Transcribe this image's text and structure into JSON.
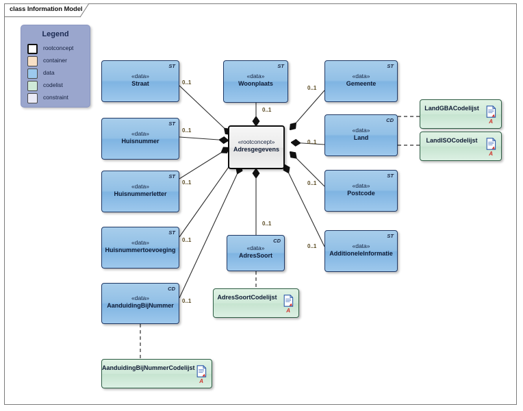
{
  "frame": {
    "title": "class Information Model"
  },
  "legend": {
    "title": "Legend",
    "items": [
      {
        "label": "rootconcept",
        "color": "#ffffff",
        "style": "thick"
      },
      {
        "label": "container",
        "color": "#f8e0c6",
        "style": "thin"
      },
      {
        "label": "data",
        "color": "#9cc9ee",
        "style": "thin"
      },
      {
        "label": "codelist",
        "color": "#cfe9d8",
        "style": "thin"
      },
      {
        "label": "constraint",
        "color": "#eaeaf6",
        "style": "thin"
      }
    ]
  },
  "colors": {
    "data_fill": "#92c0e6",
    "data_border": "#1f3864",
    "codelist_fill": "#cfe9d8",
    "codelist_border": "#2d5c43",
    "root_fill": "#ebebeb",
    "root_border": "#0d0d0d",
    "legend_fill": "#9aa6cd",
    "multiplicity_text": "#5a4a22",
    "codelist_marker": "#d1322a"
  },
  "root": {
    "stereotype": "«rootconcept»",
    "name": "Adresgegevens"
  },
  "classes": [
    {
      "id": "straat",
      "stereotype": "«data»",
      "name": "Straat",
      "tag": "ST",
      "multiplicity": "0..1"
    },
    {
      "id": "huisnummer",
      "stereotype": "«data»",
      "name": "Huisnummer",
      "tag": "ST",
      "multiplicity": "0..1"
    },
    {
      "id": "huisnummerletter",
      "stereotype": "«data»",
      "name": "Huisnummerletter",
      "tag": "ST",
      "multiplicity": "0..1"
    },
    {
      "id": "huisnummertoevoeging",
      "stereotype": "«data»",
      "name": "Huisnummertoevoeging",
      "tag": "ST",
      "multiplicity": "0..1"
    },
    {
      "id": "aanduidingbijnummer",
      "stereotype": "«data»",
      "name": "AanduidingBijNummer",
      "tag": "CD",
      "multiplicity": "0..1"
    },
    {
      "id": "woonplaats",
      "stereotype": "«data»",
      "name": "Woonplaats",
      "tag": "ST",
      "multiplicity": "0..1"
    },
    {
      "id": "adressoort",
      "stereotype": "«data»",
      "name": "AdresSoort",
      "tag": "CD",
      "multiplicity": "0..1"
    },
    {
      "id": "gemeente",
      "stereotype": "«data»",
      "name": "Gemeente",
      "tag": "ST",
      "multiplicity": "0..1"
    },
    {
      "id": "land",
      "stereotype": "«data»",
      "name": "Land",
      "tag": "CD",
      "multiplicity": "0..1"
    },
    {
      "id": "postcode",
      "stereotype": "«data»",
      "name": "Postcode",
      "tag": "ST",
      "multiplicity": "0..1"
    },
    {
      "id": "additioneleinformatie",
      "stereotype": "«data»",
      "name": "AdditioneleInformatie",
      "tag": "ST",
      "multiplicity": "0..1"
    }
  ],
  "codelists": [
    {
      "id": "landgbacodelijst",
      "name": "LandGBACodelijst",
      "marker": "A"
    },
    {
      "id": "landisocodelijst",
      "name": "LandISOCodelijst",
      "marker": "A"
    },
    {
      "id": "adressoortcodelijst",
      "name": "AdresSoortCodelijst",
      "marker": "A"
    },
    {
      "id": "aanduidingbijnummercodelijst",
      "name": "AanduidingBijNummerCodelijst",
      "marker": "A"
    }
  ]
}
